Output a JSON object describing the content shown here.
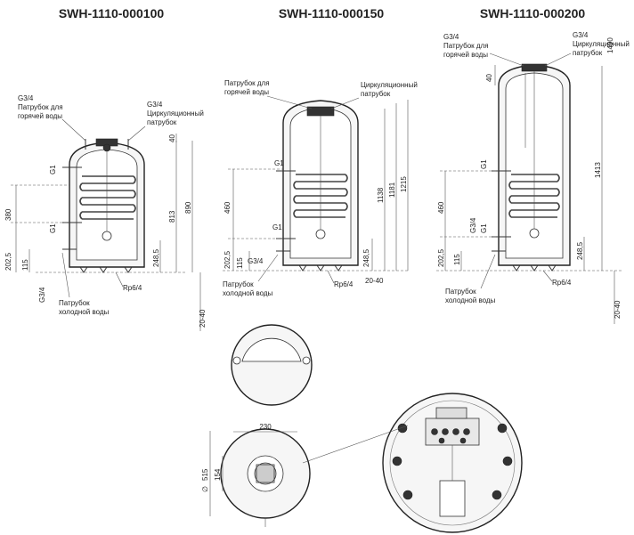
{
  "titles": {
    "model_100": "SWH-1110-000100",
    "model_150": "SWH-1110-000150",
    "model_200": "SWH-1110-000200"
  },
  "labels": {
    "g34": "G3/4",
    "g1": "G1",
    "rp64": "Rp6/4",
    "hot_pipe_line1": "Патрубок для",
    "hot_pipe_line2": "горячей воды",
    "circ_pipe_line1": "Циркуляционный",
    "circ_pipe_line2": "патрубок",
    "circ_pipe_split_line1": "Цирку-ляционный",
    "cold_pipe_line1": "Патрубок",
    "cold_pipe_line2": "холодной воды"
  },
  "dims_100": {
    "d40": "40",
    "d813": "813",
    "d890": "890",
    "d380": "380",
    "d2025": "202,5",
    "d115": "115",
    "d2485": "248,5",
    "d2040": "20-40"
  },
  "dims_150": {
    "d1138": "1138",
    "d1181": "1181",
    "d1215": "1215",
    "d460": "460",
    "d2025": "202,5",
    "d115": "115",
    "d2485": "248,5",
    "d2040": "20-40"
  },
  "dims_200": {
    "d40": "40",
    "d1413": "1413",
    "d1490": "1490",
    "d460": "460",
    "d2025": "202,5",
    "d115": "115",
    "d2485": "248,5",
    "d2040": "20-40"
  },
  "dims_plan": {
    "d230": "230",
    "d154": "154",
    "d515": "515",
    "diam": "∅"
  }
}
